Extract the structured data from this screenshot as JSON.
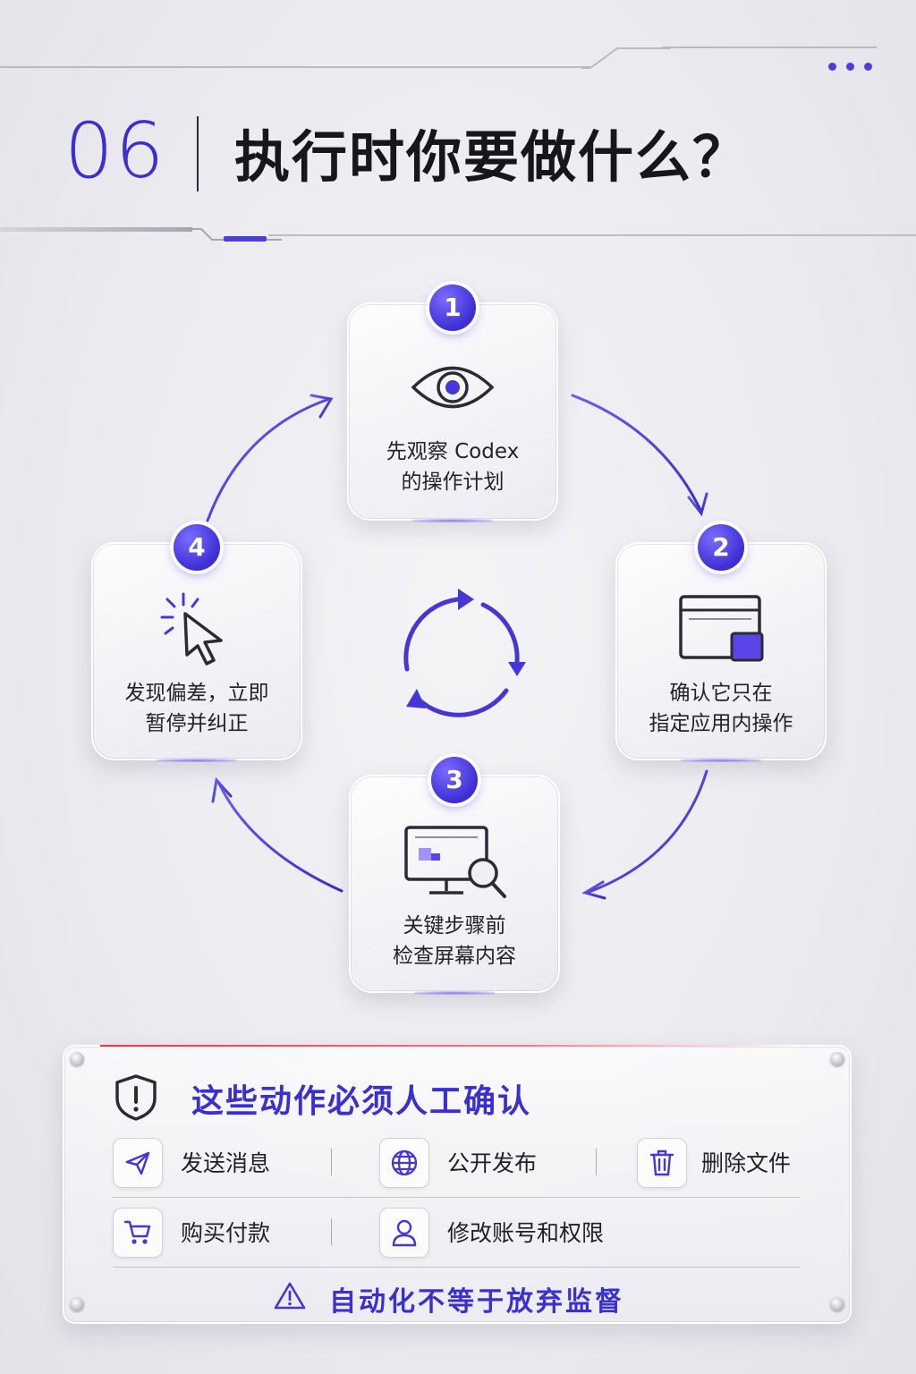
{
  "header": {
    "number": "06",
    "title": "执行时你要做什么？"
  },
  "steps": [
    {
      "badge": "1",
      "icon": "eye-icon",
      "label": "先观察 Codex\n的操作计划"
    },
    {
      "badge": "2",
      "icon": "app-window-icon",
      "label": "确认它只在\n指定应用内操作"
    },
    {
      "badge": "3",
      "icon": "monitor-search-icon",
      "label": "关键步骤前\n检查屏幕内容"
    },
    {
      "badge": "4",
      "icon": "cursor-click-icon",
      "label": "发现偏差，立即\n暂停并纠正"
    }
  ],
  "confirm_panel": {
    "title": "这些动作必须人工确认",
    "items": [
      {
        "icon": "send-icon",
        "label": "发送消息"
      },
      {
        "icon": "globe-icon",
        "label": "公开发布"
      },
      {
        "icon": "trash-icon",
        "label": "删除文件"
      },
      {
        "icon": "cart-icon",
        "label": "购买付款"
      },
      {
        "icon": "user-icon",
        "label": "修改账号和权限"
      }
    ],
    "footer": "自动化不等于放弃监督"
  },
  "colors": {
    "accent": "#3b2fd0",
    "warning_line": "#dc283c",
    "background": "#ebebf0"
  }
}
